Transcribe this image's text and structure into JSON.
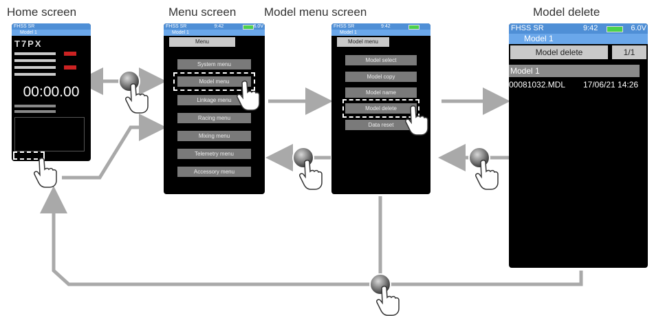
{
  "titles": {
    "home": "Home screen",
    "menu": "Menu screen",
    "model_menu": "Model menu screen",
    "model_delete": "Model delete"
  },
  "status": {
    "system": "FHSS SR",
    "time": "9:42",
    "voltage": "6.0V",
    "model": "Model 1"
  },
  "home": {
    "model_name": "Model 1",
    "brand": "T7PX",
    "timer": "00:00.00"
  },
  "menu_screen": {
    "header": "Menu",
    "items": [
      "System menu",
      "Model menu",
      "Linkage menu",
      "Racing menu",
      "Mixing menu",
      "Telemetry menu",
      "Accessory menu"
    ],
    "selected_index": 1
  },
  "model_menu_screen": {
    "header": "Model menu",
    "items": [
      "Model select",
      "Model copy",
      "Model name",
      "Model delete",
      "Data reset"
    ],
    "selected_index": 3
  },
  "model_delete_screen": {
    "header": "Model delete",
    "page": "1/1",
    "entry_name": "Model 1",
    "file_name": "00081032.MDL",
    "file_date": "17/06/21 14:26"
  },
  "colors": {
    "arrow": "#a9a9a9",
    "status_blue": "#4f8fd6",
    "model_blue": "#6aa7ea",
    "button_gray": "#7a7a7a"
  }
}
